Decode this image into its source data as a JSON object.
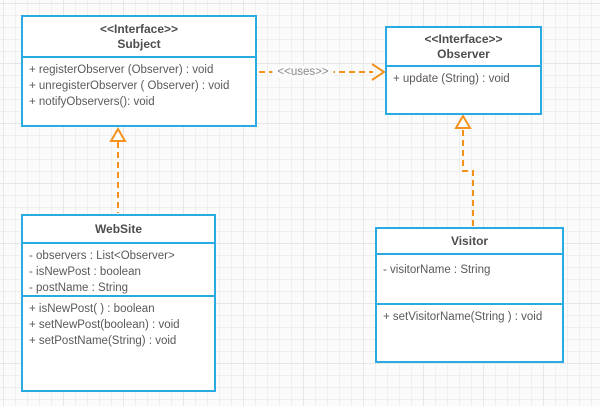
{
  "nodes": {
    "subject": {
      "stereotype": "<<Interface>>",
      "name": "Subject",
      "methods": [
        "+ registerObserver (Observer) : void",
        "+ unregisterObserver ( Observer) : void",
        "+ notifyObservers(): void"
      ]
    },
    "observer": {
      "stereotype": "<<Interface>>",
      "name": "Observer",
      "methods": [
        "+ update (String) : void"
      ]
    },
    "website": {
      "name": "WebSite",
      "attributes": [
        "- observers : List<Observer>",
        "- isNewPost : boolean",
        "- postName : String"
      ],
      "methods": [
        "+ isNewPost( ) : boolean",
        "+ setNewPost(boolean) : void",
        "+ setPostName(String) : void"
      ]
    },
    "visitor": {
      "name": "Visitor",
      "attributes": [
        "- visitorName : String"
      ],
      "methods": [
        "+ setVisitorName(String ) : void"
      ]
    }
  },
  "connectors": {
    "uses_label": "<<uses>>"
  },
  "colors": {
    "node_border": "#29abe2",
    "node_fill": "#ffffff",
    "connector": "#f5921e",
    "title_text": "#4d4d4d",
    "member_text": "#595959",
    "uses_label_text": "#8a8a8a",
    "canvas_bg": "#fbfbfb",
    "grid_line": "#ececec"
  }
}
